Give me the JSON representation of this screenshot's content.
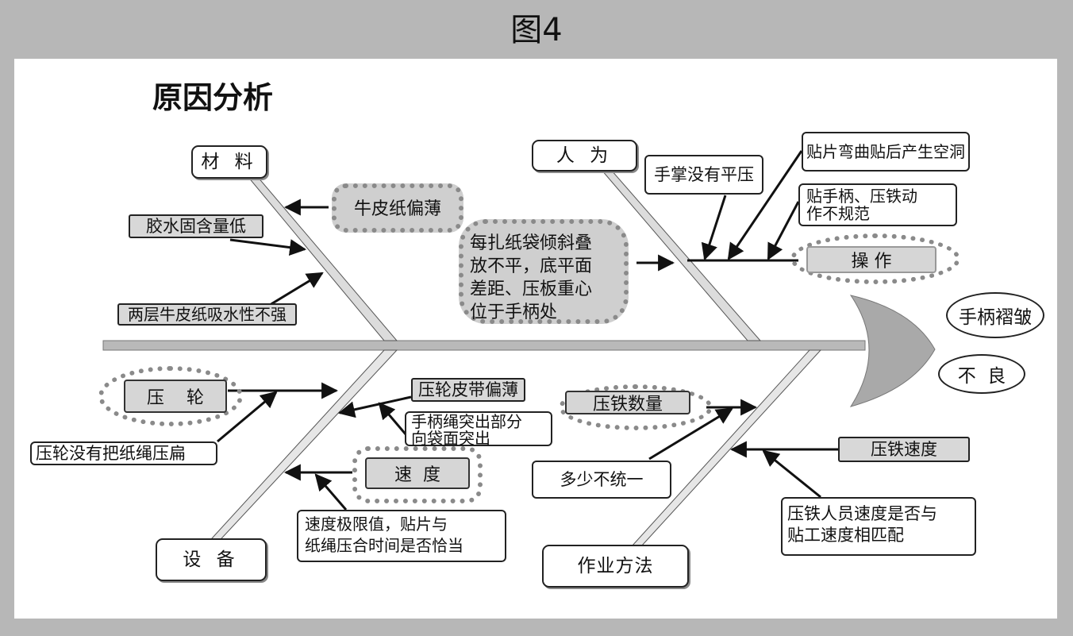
{
  "figure_title": "图4",
  "heading": "原因分析",
  "problem": {
    "line1": "手柄褶皱",
    "line2": "不  良"
  },
  "categories": {
    "materials": "材 料",
    "people": "人 为",
    "equipment": "设 备",
    "method": "作业方法"
  },
  "causes": {
    "kraft_thin": "牛皮纸偏薄",
    "glue_low": "胶水固含量低",
    "kraft_water": "两层牛皮纸吸水性不强",
    "bag_tilt": "每扎纸袋倾斜叠\n放不平，底平面\n差距、压板重心\n位于手柄处",
    "palm": "手掌没有平压",
    "patch_bend": "贴片弯曲贴后产生空洞",
    "handle_action": "贴手柄、压铁动\n作不规范",
    "operation": "操 作",
    "press_wheel": "压    轮",
    "wheel_no_press": "压轮没有把纸绳压扁",
    "belt_thin": "压轮皮带偏薄",
    "rope_protrude": "手柄绳突出部分\n向袋面突出",
    "speed": "速  度",
    "speed_limit": "速度极限值，贴片与\n纸绳压合时间是否恰当",
    "iron_count": "压铁数量",
    "not_uniform": "多少不统一",
    "iron_speed": "压铁速度",
    "staff_speed": "压铁人员速度是否与\n贴工速度相匹配"
  }
}
